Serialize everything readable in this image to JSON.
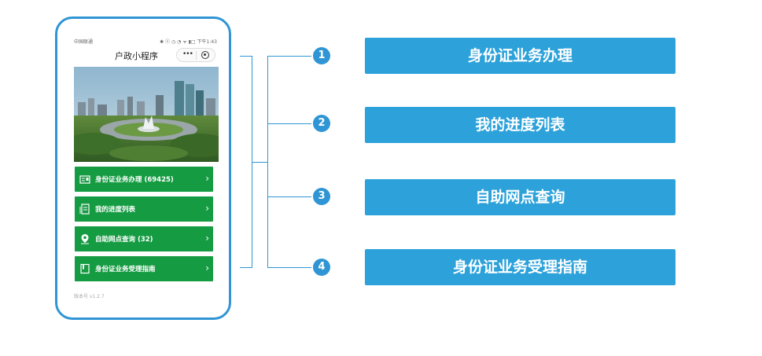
{
  "status_bar": {
    "carrier": "中国联通",
    "right": "✱ ⓧ ◷ ◔ ᯤ ▮□ 下午1:43"
  },
  "title_bar": {
    "title": "户政小程序",
    "more": "•••"
  },
  "menu": [
    {
      "label": "身份证业务办理 (69425)",
      "icon": "id-card-icon"
    },
    {
      "label": "我的进度列表",
      "icon": "document-list-icon"
    },
    {
      "label": "自助网点查询 (32)",
      "icon": "map-pin-icon"
    },
    {
      "label": "身份证业务受理指南",
      "icon": "book-icon"
    }
  ],
  "chevron": "›",
  "version": "版本号 v1.2.7",
  "features": [
    {
      "num": "1",
      "label": "身份证业务办理"
    },
    {
      "num": "2",
      "label": "我的进度列表"
    },
    {
      "num": "3",
      "label": "自助网点查询"
    },
    {
      "num": "4",
      "label": "身份证业务受理指南"
    }
  ],
  "colors": {
    "frame": "#2f95d4",
    "menu_green": "#159b42",
    "feature_blue": "#2da2da"
  }
}
